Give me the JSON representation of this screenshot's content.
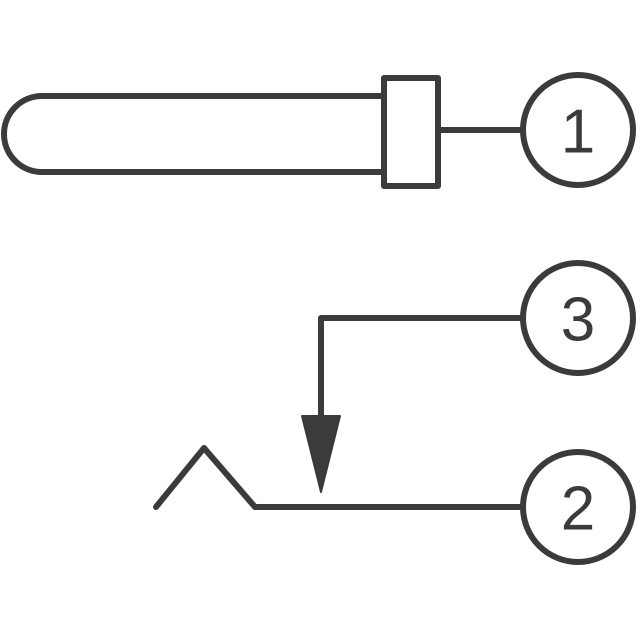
{
  "pins": [
    {
      "id": "pin-1",
      "label": "1"
    },
    {
      "id": "pin-2",
      "label": "2"
    },
    {
      "id": "pin-3",
      "label": "3"
    }
  ],
  "colors": {
    "stroke": "#3b3b3c",
    "background": "#ffffff"
  }
}
